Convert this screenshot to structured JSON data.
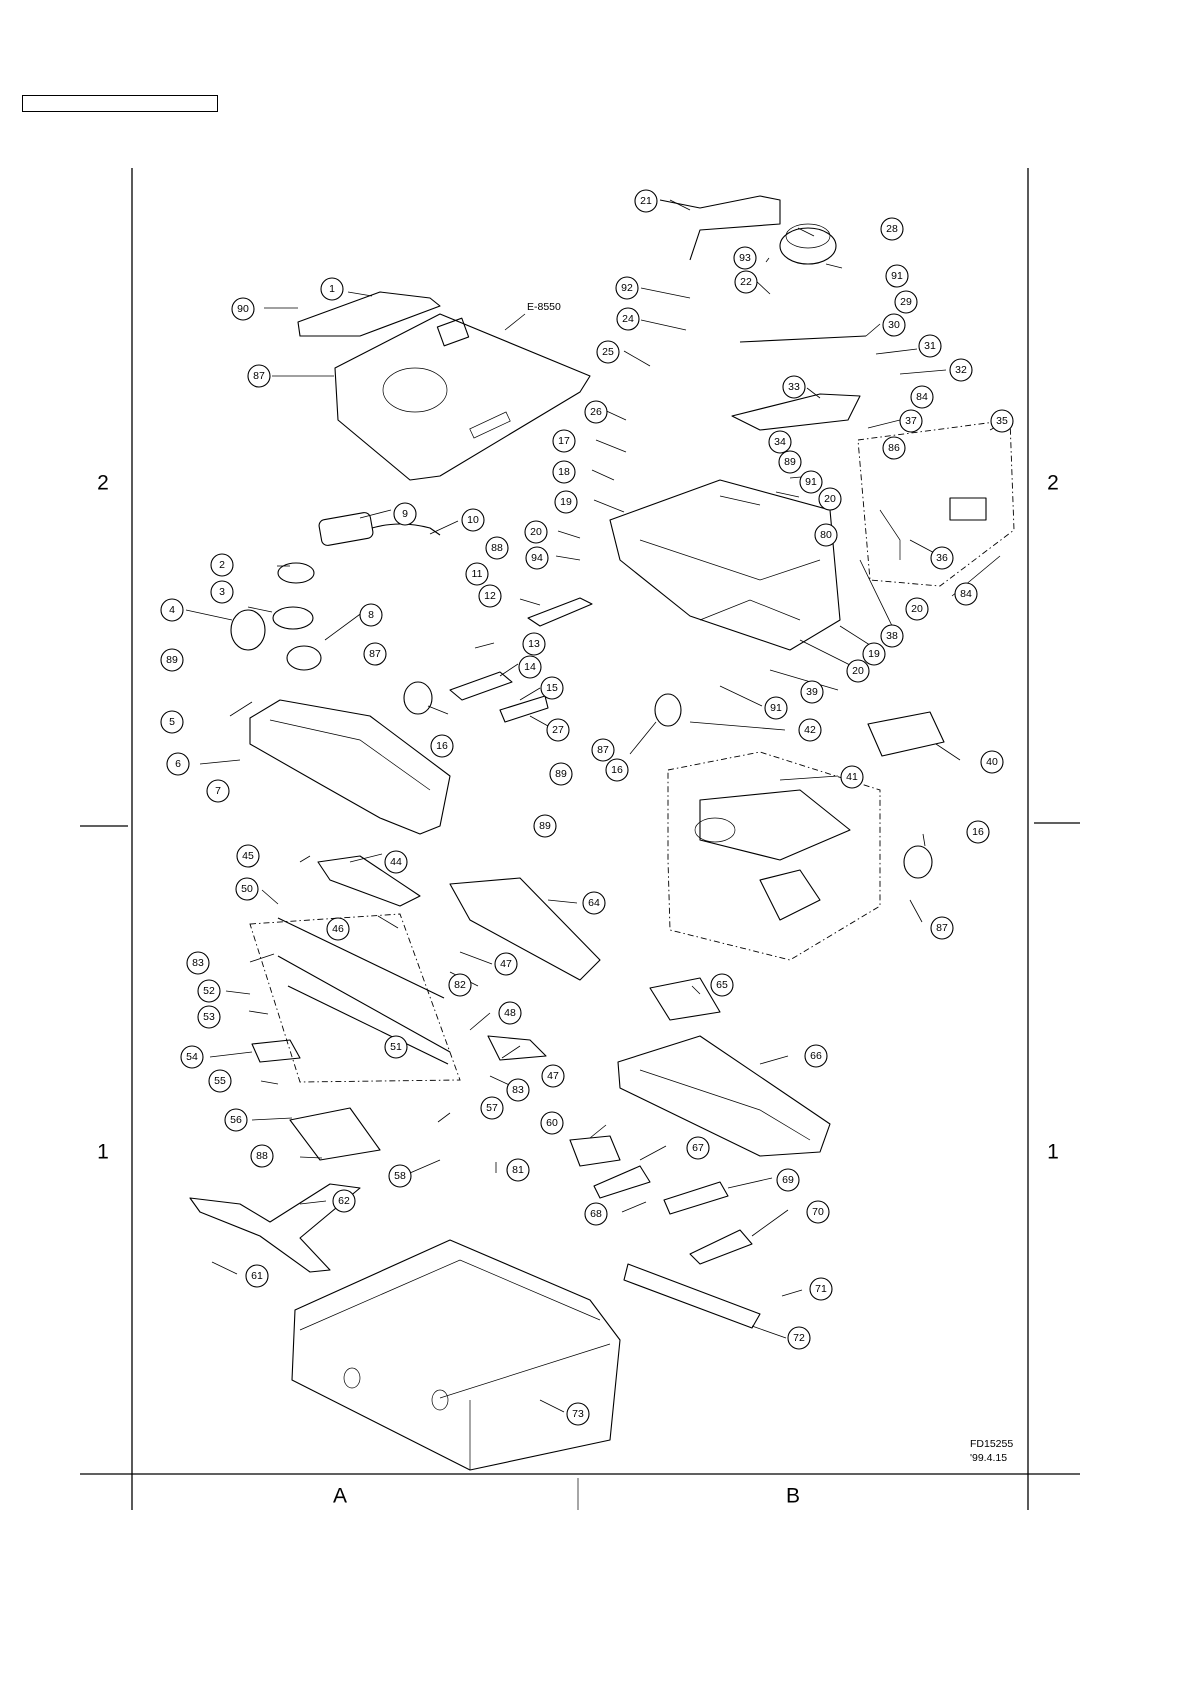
{
  "header": {
    "title": ""
  },
  "grid": {
    "row_labels": [
      "2",
      "1"
    ],
    "column_labels": [
      "A",
      "B"
    ]
  },
  "board_label": "E-8550",
  "drawing_code": "FD15255",
  "drawing_date": "'99.4.15",
  "callouts": [
    {
      "id": "c1",
      "label": "1"
    },
    {
      "id": "c2",
      "label": "2"
    },
    {
      "id": "c3",
      "label": "3"
    },
    {
      "id": "c4",
      "label": "4"
    },
    {
      "id": "c5",
      "label": "5"
    },
    {
      "id": "c6",
      "label": "6"
    },
    {
      "id": "c7",
      "label": "7"
    },
    {
      "id": "c8",
      "label": "8"
    },
    {
      "id": "c9",
      "label": "9"
    },
    {
      "id": "c10",
      "label": "10"
    },
    {
      "id": "c11",
      "label": "11"
    },
    {
      "id": "c12",
      "label": "12"
    },
    {
      "id": "c13",
      "label": "13"
    },
    {
      "id": "c14",
      "label": "14"
    },
    {
      "id": "c15",
      "label": "15"
    },
    {
      "id": "c16a",
      "label": "16"
    },
    {
      "id": "c16b",
      "label": "16"
    },
    {
      "id": "c16c",
      "label": "16"
    },
    {
      "id": "c17",
      "label": "17"
    },
    {
      "id": "c18",
      "label": "18"
    },
    {
      "id": "c19a",
      "label": "19"
    },
    {
      "id": "c19b",
      "label": "19"
    },
    {
      "id": "c20a",
      "label": "20"
    },
    {
      "id": "c20b",
      "label": "20"
    },
    {
      "id": "c20c",
      "label": "20"
    },
    {
      "id": "c20d",
      "label": "20"
    },
    {
      "id": "c21",
      "label": "21"
    },
    {
      "id": "c22",
      "label": "22"
    },
    {
      "id": "c24",
      "label": "24"
    },
    {
      "id": "c25",
      "label": "25"
    },
    {
      "id": "c26",
      "label": "26"
    },
    {
      "id": "c27",
      "label": "27"
    },
    {
      "id": "c28",
      "label": "28"
    },
    {
      "id": "c29",
      "label": "29"
    },
    {
      "id": "c30",
      "label": "30"
    },
    {
      "id": "c31",
      "label": "31"
    },
    {
      "id": "c32",
      "label": "32"
    },
    {
      "id": "c33",
      "label": "33"
    },
    {
      "id": "c34",
      "label": "34"
    },
    {
      "id": "c35",
      "label": "35"
    },
    {
      "id": "c36",
      "label": "36"
    },
    {
      "id": "c37",
      "label": "37"
    },
    {
      "id": "c38",
      "label": "38"
    },
    {
      "id": "c39",
      "label": "39"
    },
    {
      "id": "c40",
      "label": "40"
    },
    {
      "id": "c41",
      "label": "41"
    },
    {
      "id": "c42",
      "label": "42"
    },
    {
      "id": "c44",
      "label": "44"
    },
    {
      "id": "c45",
      "label": "45"
    },
    {
      "id": "c46",
      "label": "46"
    },
    {
      "id": "c47a",
      "label": "47"
    },
    {
      "id": "c47b",
      "label": "47"
    },
    {
      "id": "c48",
      "label": "48"
    },
    {
      "id": "c50",
      "label": "50"
    },
    {
      "id": "c51",
      "label": "51"
    },
    {
      "id": "c52",
      "label": "52"
    },
    {
      "id": "c53",
      "label": "53"
    },
    {
      "id": "c54",
      "label": "54"
    },
    {
      "id": "c55",
      "label": "55"
    },
    {
      "id": "c56",
      "label": "56"
    },
    {
      "id": "c57",
      "label": "57"
    },
    {
      "id": "c58",
      "label": "58"
    },
    {
      "id": "c60",
      "label": "60"
    },
    {
      "id": "c61",
      "label": "61"
    },
    {
      "id": "c62",
      "label": "62"
    },
    {
      "id": "c64",
      "label": "64"
    },
    {
      "id": "c65",
      "label": "65"
    },
    {
      "id": "c66",
      "label": "66"
    },
    {
      "id": "c67",
      "label": "67"
    },
    {
      "id": "c68",
      "label": "68"
    },
    {
      "id": "c69",
      "label": "69"
    },
    {
      "id": "c70",
      "label": "70"
    },
    {
      "id": "c71",
      "label": "71"
    },
    {
      "id": "c72",
      "label": "72"
    },
    {
      "id": "c73",
      "label": "73"
    },
    {
      "id": "c80",
      "label": "80"
    },
    {
      "id": "c81",
      "label": "81"
    },
    {
      "id": "c82",
      "label": "82"
    },
    {
      "id": "c83a",
      "label": "83"
    },
    {
      "id": "c83b",
      "label": "83"
    },
    {
      "id": "c84a",
      "label": "84"
    },
    {
      "id": "c84b",
      "label": "84"
    },
    {
      "id": "c86",
      "label": "86"
    },
    {
      "id": "c87a",
      "label": "87"
    },
    {
      "id": "c87b",
      "label": "87"
    },
    {
      "id": "c87c",
      "label": "87"
    },
    {
      "id": "c87d",
      "label": "87"
    },
    {
      "id": "c88a",
      "label": "88"
    },
    {
      "id": "c88b",
      "label": "88"
    },
    {
      "id": "c89a",
      "label": "89"
    },
    {
      "id": "c89b",
      "label": "89"
    },
    {
      "id": "c89c",
      "label": "89"
    },
    {
      "id": "c89d",
      "label": "89"
    },
    {
      "id": "c90",
      "label": "90"
    },
    {
      "id": "c91a",
      "label": "91"
    },
    {
      "id": "c91b",
      "label": "91"
    },
    {
      "id": "c91c",
      "label": "91"
    },
    {
      "id": "c92",
      "label": "92"
    },
    {
      "id": "c93",
      "label": "93"
    },
    {
      "id": "c94",
      "label": "94"
    }
  ]
}
